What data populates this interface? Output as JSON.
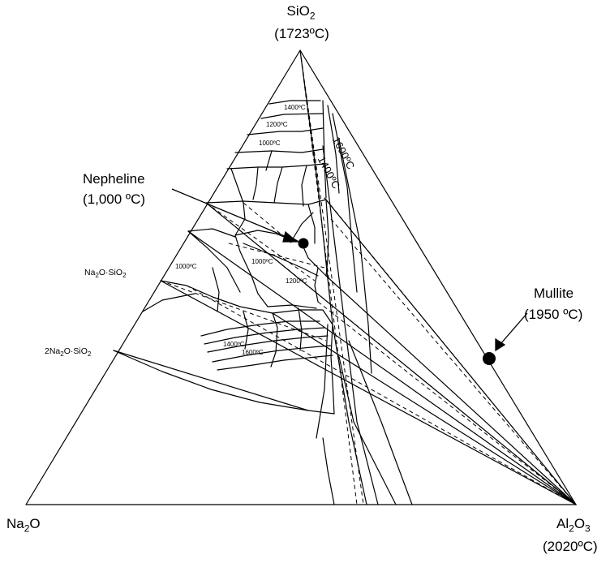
{
  "vertices": {
    "top": {
      "formula": "SiO",
      "sub": "2",
      "temp": "(1723ºC)"
    },
    "left": {
      "formula": "Na",
      "sub": "2",
      "suffix": "O"
    },
    "right": {
      "formula": "Al",
      "sub": "2",
      "suffix": "O",
      "sub2": "3",
      "temp": "(2020ºC)"
    }
  },
  "phases": {
    "nepheline": {
      "name": "Nepheline",
      "temp": "(1,000 ºC)"
    },
    "mullite": {
      "name": "Mullite",
      "temp": "(1950 ºC)"
    }
  },
  "compounds": {
    "na2o_sio2": {
      "a": "Na",
      "s1": "2",
      "b": "O·SiO",
      "s2": "2"
    },
    "two_na2o_sio2": {
      "a": "2Na",
      "s1": "2",
      "b": "O·SiO",
      "s2": "2"
    }
  },
  "isotherms": {
    "t1400_top": "1400ºC",
    "t1200_top": "1200ºC",
    "t1000_top": "1000ºC",
    "t1600_side": "1600ºC",
    "t1400_side": "1400ºC",
    "t1000_left": "1000ºC",
    "t1000_mid": "1000ºC",
    "t1200_mid": "1200ºC",
    "t1400_low": "1400ºC",
    "t1600_low": "1600ºC"
  }
}
